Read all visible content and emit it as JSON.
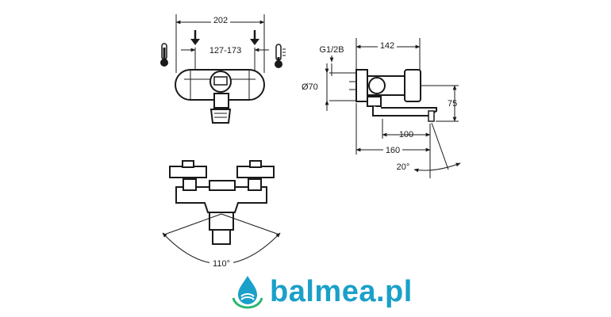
{
  "front_view": {
    "width_label": "202",
    "spacing_label": "127-173"
  },
  "side_view": {
    "connection_label": "G1/2B",
    "depth_label": "142",
    "diameter_label": "Ø70",
    "height_label": "75",
    "spout_reach_label": "100",
    "total_reach_label": "160",
    "spout_angle_label": "20°"
  },
  "top_view": {
    "swivel_angle_label": "110°"
  },
  "logo": {
    "text": "balmea.pl",
    "primary_color": "#1aa0c9",
    "accent_color": "#2bb673"
  }
}
